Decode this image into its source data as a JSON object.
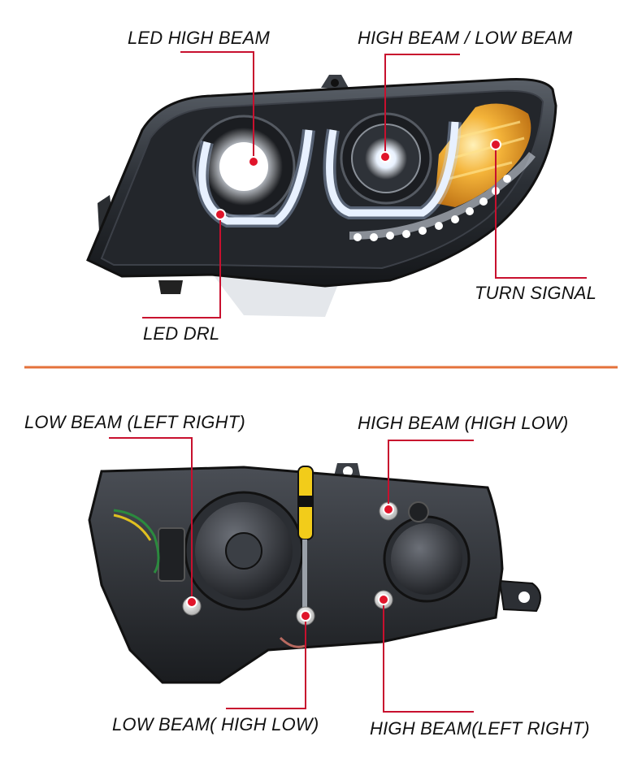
{
  "top_section": {
    "labels": {
      "led_high_beam": "LED HIGH BEAM",
      "high_low_beam": "HIGH BEAM / LOW BEAM",
      "turn_signal": "TURN SIGNAL",
      "led_drl": "LED DRL"
    }
  },
  "bottom_section": {
    "labels": {
      "low_beam_left_right": "LOW BEAM (LEFT RIGHT)",
      "high_beam_high_low": "HIGH BEAM (HIGH LOW)",
      "low_beam_high_low": "LOW BEAM( HIGH LOW)",
      "high_beam_left_right": "HIGH BEAM(LEFT RIGHT)"
    }
  },
  "colors": {
    "callout_line": "#c8102e",
    "callout_dot": "#e0142a",
    "divider": "#e05a1a",
    "turn_signal_amber": "#f0a020",
    "housing": "#2a2d31"
  }
}
